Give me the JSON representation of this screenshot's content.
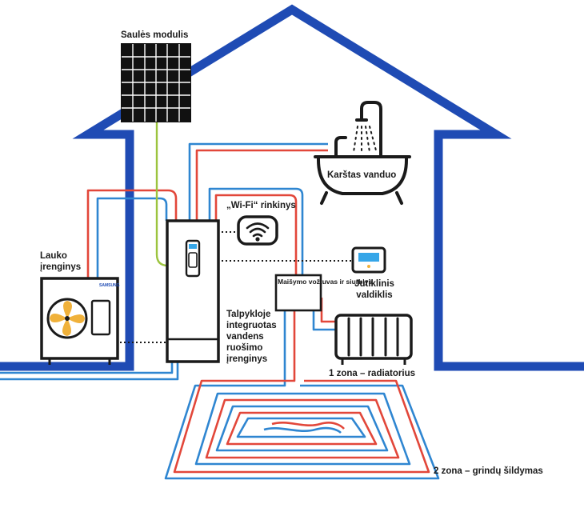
{
  "labels": {
    "solar_module": "Saulės modulis",
    "hot_water": "Karštas vanduo",
    "wifi_kit": "„Wi-Fi“ rinkinys",
    "outdoor_unit": "Lauko įrenginys",
    "mixing_valve": "Maišymo vožtuvas ir siurblys",
    "tank_unit": "Talpykloje integruotas vandens ruošimo įrenginys",
    "touch_controller": "Jutiklinis valdiklis",
    "zone1": "1 zona – radiatorius",
    "zone2": "2 zona – grindų šildymas",
    "brand": "SAMSUNG"
  },
  "colors": {
    "house_outline": "#1f4bb4",
    "pipe_hot": "#e2473a",
    "pipe_cold": "#2f86d1",
    "solar_cable": "#9cc43f",
    "appliance_stroke": "#1a1a1a",
    "fan_blade": "#f0b13a",
    "screen": "#36a6e8"
  },
  "icons": {
    "solar": "solar-panel-icon",
    "bath": "bathtub-icon",
    "shower": "shower-head-icon",
    "wifi": "wifi-icon",
    "radiator": "radiator-icon",
    "controller": "thermostat-controller-icon",
    "outdoor_fan": "fan-icon"
  }
}
